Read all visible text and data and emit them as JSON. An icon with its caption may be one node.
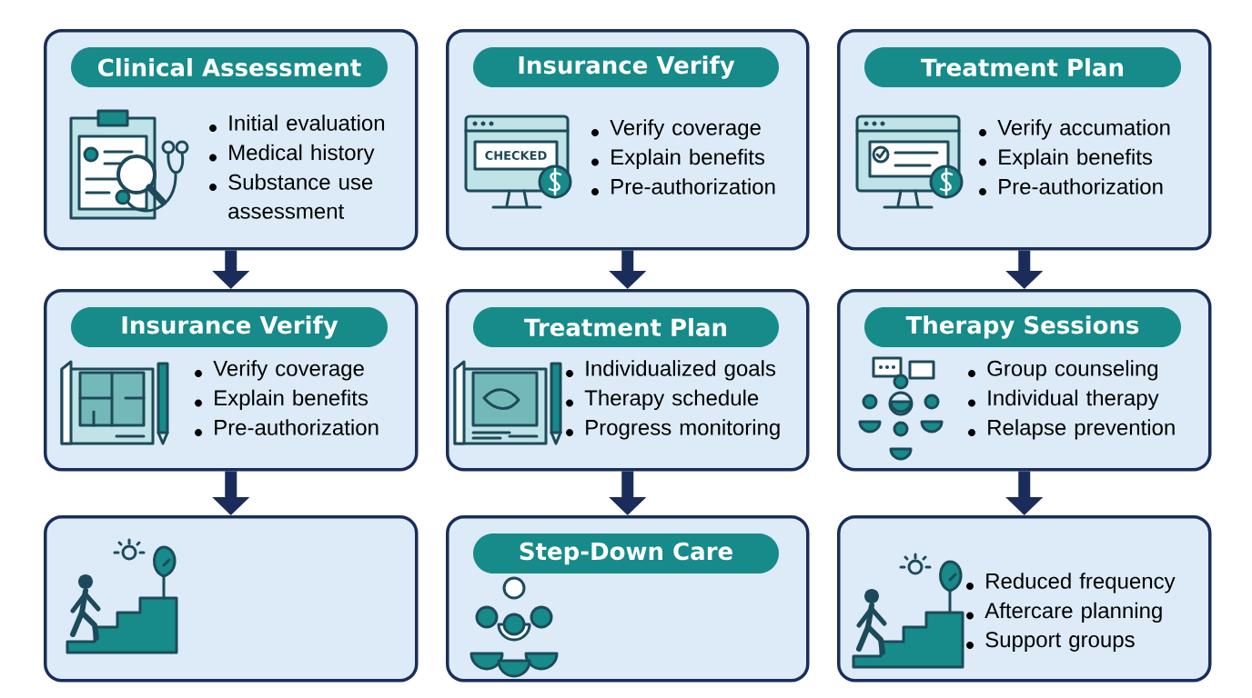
{
  "diagram": {
    "nodes": [
      {
        "text": [
          "Clinical Assessment",
          "Initial evaluation",
          "Medical history",
          "Substance use assessment"
        ]
      },
      {
        "text": [
          "Insurance Verify",
          "Verify coverage",
          "Explain benefits",
          "Pre-authorization"
        ]
      },
      {
        "text": [
          "Treatment Plan",
          "Verify accumation",
          "Explain benefits",
          "Pre-authorization"
        ]
      },
      {
        "text": [
          "Insurance Verify",
          "Verify coverage",
          "Explain benefits",
          "Pre-authorization"
        ]
      },
      {
        "text": [
          "Treatment Plan",
          "Individualized goals",
          "Therapy schedule",
          "Progress monitoring"
        ]
      },
      {
        "text": [
          "Therapy Sessions",
          "Group counseling",
          "Individual therapy",
          "Relapse prevention"
        ]
      },
      {
        "text": [],
        "shape": "box"
      },
      {
        "text": [
          "Step-Down Care"
        ]
      },
      {
        "text": [
          "Reduced frequency",
          "Aftercare planning",
          "Support groups"
        ]
      }
    ],
    "edges": [
      {
        "from": 0,
        "to": 3,
        "arrow": "to"
      },
      {
        "from": 1,
        "to": 4,
        "arrow": "to"
      },
      {
        "from": 2,
        "to": 5,
        "arrow": "to"
      },
      {
        "from": 3,
        "to": 6,
        "arrow": "to"
      },
      {
        "from": 4,
        "to": 7,
        "arrow": "to"
      },
      {
        "from": 5,
        "to": 8,
        "arrow": "to"
      }
    ],
    "labels": [
      "CHECKED"
    ]
  }
}
